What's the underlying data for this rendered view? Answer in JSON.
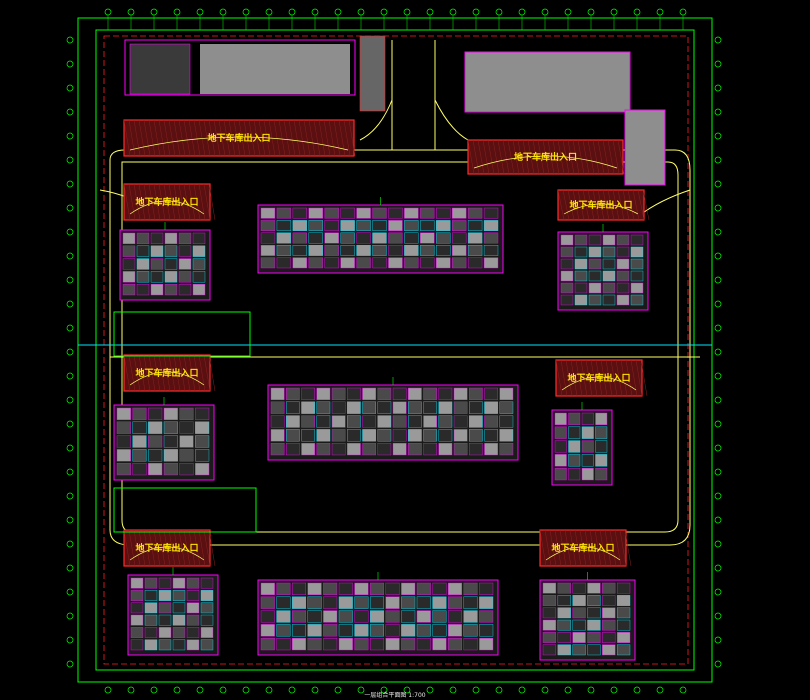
{
  "drawing": {
    "title": "一层组合平面图 1:700",
    "background": "#000000",
    "colors": {
      "grid": "#00ff00",
      "road": "#ffff66",
      "ramp": "#ff2b2b",
      "unit_outline": "#ff00ff",
      "unit_fill": "#8a8a8a",
      "building_core": "#9a9a9a",
      "axis_line": "#00e5ff",
      "text": "#e0e0e0"
    },
    "ramp_labels": [
      "地下车库出入口",
      "地下车库出入口",
      "地下车库出入口",
      "地下车库出入口",
      "地下车库出入口",
      "地下车库出入口",
      "地下车库出入口",
      "地下车库出入口"
    ]
  }
}
